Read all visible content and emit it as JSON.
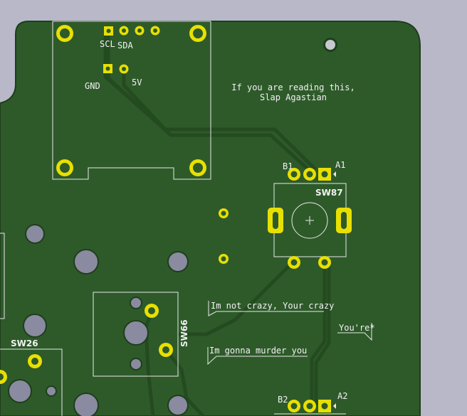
{
  "board": {
    "background": "#b8b8c8",
    "pcb_color": "#2e5a2a",
    "trace_color": "#244a20",
    "silkscreen_color": "#f2f2f2",
    "pad_color": "#e8e000",
    "drill_color": "#8a8aa0"
  },
  "labels": {
    "scl": "SCL",
    "sda": "SDA",
    "gnd": "GND",
    "v5": "5V",
    "note_line1": "If you are reading this,",
    "note_line2": "Slap Agastian",
    "b1": "B1",
    "a1": "A1",
    "sw87": "SW87",
    "sw66": "SW66",
    "sw26": "SW26",
    "crazy": "Im not crazy, Your crazy",
    "murder": "Im gonna murder you",
    "youre": "You're*",
    "b2": "B2",
    "a2": "A2"
  }
}
